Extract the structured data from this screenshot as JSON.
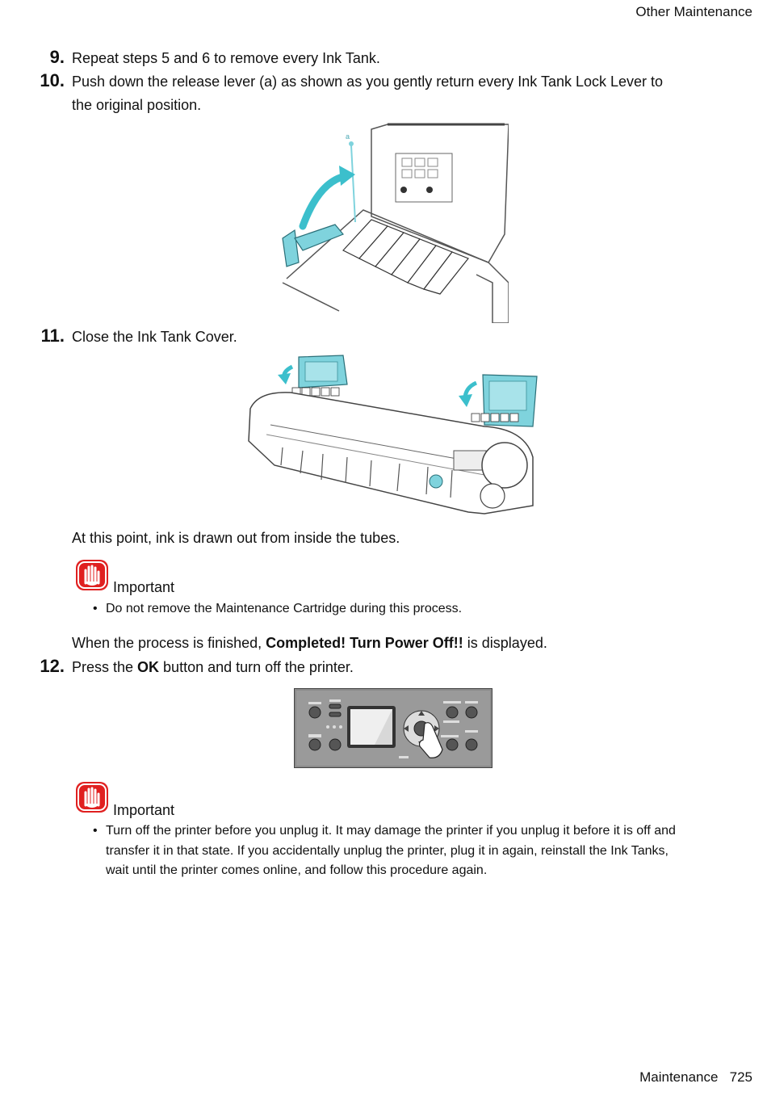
{
  "header": {
    "section": "Other  Maintenance"
  },
  "steps": [
    {
      "num": "9.",
      "text": "Repeat steps 5 and 6 to remove every Ink Tank."
    },
    {
      "num": "10.",
      "line1": "Push down the release lever (a) as shown as you gently return every Ink Tank Lock Lever to",
      "line2": "the original position."
    },
    {
      "num": "11.",
      "text": "Close the Ink Tank Cover."
    },
    {
      "num": "12.",
      "pre": "Press the ",
      "bold": "OK",
      "post": " button and turn off the printer."
    }
  ],
  "notes": {
    "ink_drawn": "At this point, ink is drawn out from inside the tubes.",
    "finished_pre": "When the process is finished, ",
    "finished_bold": "Completed!  Turn Power Off!!",
    "finished_post": " is displayed."
  },
  "important1": {
    "label": "Important",
    "bullets": [
      "Do not remove the Maintenance Cartridge during this process."
    ]
  },
  "important2": {
    "label": "Important",
    "lines": [
      "Turn off the printer before you unplug it. It may damage the printer if you unplug it before it is off and",
      "transfer it in that state. If you accidentally unplug the printer, plug it in again, reinstall the Ink Tanks,",
      "wait until the printer comes online, and follow this procedure again."
    ]
  },
  "figure1": {
    "callout": "a"
  },
  "bullet_glyph": "•",
  "footer": {
    "section": "Maintenance",
    "page": "725"
  },
  "colors": {
    "accent_cyan": "#7fd3dd",
    "important_red": "#e02020",
    "panel_grey": "#8a8a8a"
  }
}
